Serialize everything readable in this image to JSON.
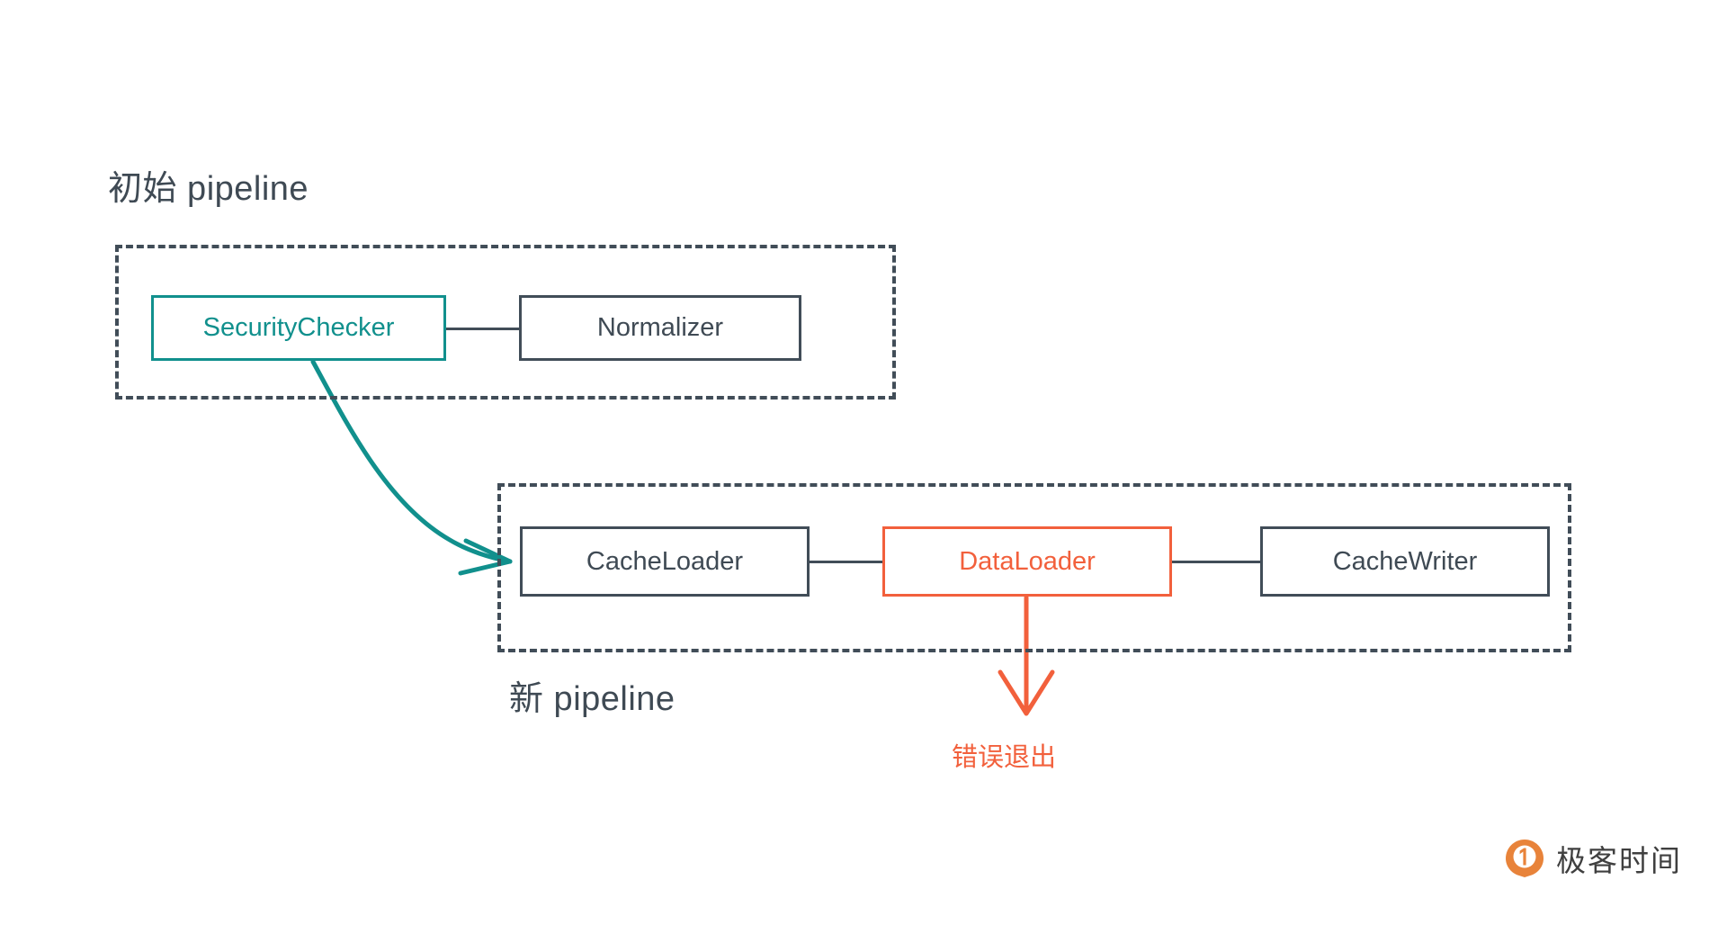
{
  "diagram": {
    "type": "pipeline-flow",
    "background": "#ffffff",
    "colors": {
      "default_stroke": "#414d58",
      "default_text": "#3f4a54",
      "accent_teal": "#11908d",
      "accent_orange": "#f2603c",
      "brand_orange": "#e8833a"
    },
    "sections": [
      {
        "id": "initial",
        "title": "初始 pipeline"
      },
      {
        "id": "new",
        "title": "新 pipeline"
      }
    ],
    "groups": [
      {
        "id": "group-initial",
        "style": "dashed",
        "nodes": [
          {
            "id": "security-checker",
            "label": "SecurityChecker",
            "accent": "teal"
          },
          {
            "id": "normalizer",
            "label": "Normalizer",
            "accent": "default"
          }
        ]
      },
      {
        "id": "group-new",
        "style": "dashed",
        "nodes": [
          {
            "id": "cache-loader",
            "label": "CacheLoader",
            "accent": "default"
          },
          {
            "id": "data-loader",
            "label": "DataLoader",
            "accent": "orange"
          },
          {
            "id": "cache-writer",
            "label": "CacheWriter",
            "accent": "default"
          }
        ]
      }
    ],
    "edges": [
      {
        "id": "sec-to-norm",
        "from": "security-checker",
        "to": "normalizer",
        "style": "straight",
        "color": "#414d58"
      },
      {
        "id": "cl-to-dl",
        "from": "cache-loader",
        "to": "data-loader",
        "style": "straight",
        "color": "#414d58"
      },
      {
        "id": "dl-to-cw",
        "from": "data-loader",
        "to": "cache-writer",
        "style": "straight",
        "color": "#414d58"
      },
      {
        "id": "sec-to-cl",
        "from": "security-checker",
        "to": "cache-loader",
        "style": "curved-arrow",
        "color": "#11908d"
      },
      {
        "id": "dl-to-error",
        "from": "data-loader",
        "to": "error-exit",
        "style": "arrow-down",
        "color": "#f2603c"
      }
    ],
    "annotations": [
      {
        "id": "error-exit",
        "label": "错误退出",
        "color": "#f2603c"
      }
    ]
  },
  "brand": {
    "name": "极客时间",
    "mark": "geektime-logo-icon"
  }
}
